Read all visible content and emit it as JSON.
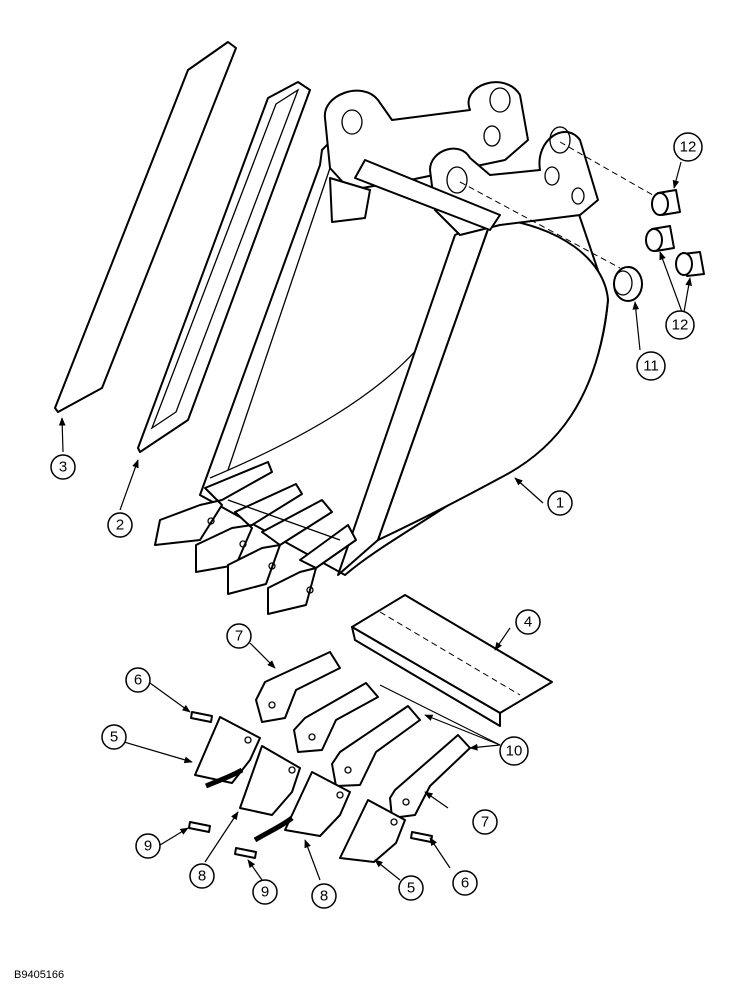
{
  "callouts": {
    "c1": "1",
    "c2": "2",
    "c3": "3",
    "c4": "4",
    "c5a": "5",
    "c5b": "5",
    "c6a": "6",
    "c6b": "6",
    "c7a": "7",
    "c7b": "7",
    "c8a": "8",
    "c8b": "8",
    "c9a": "9",
    "c9b": "9",
    "c10": "10",
    "c11": "11",
    "c12a": "12",
    "c12b": "12"
  },
  "figure_id": "B9405166"
}
